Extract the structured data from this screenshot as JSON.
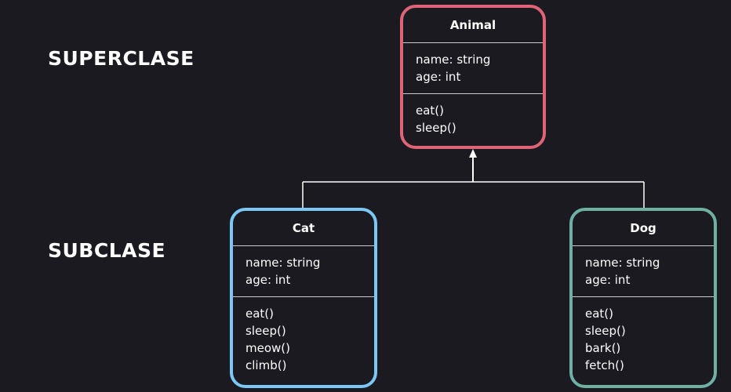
{
  "labels": {
    "superclass": "SUPERCLASE",
    "subclass": "SUBCLASE"
  },
  "colors": {
    "background": "#1b1a21",
    "animal_border": "#e06478",
    "cat_border": "#7cc8f4",
    "dog_border": "#6fb0a4",
    "connector": "#ffffff"
  },
  "classes": {
    "animal": {
      "name": "Animal",
      "attributes": [
        "name: string",
        "age: int"
      ],
      "methods": [
        "eat()",
        "sleep()"
      ]
    },
    "cat": {
      "name": "Cat",
      "attributes": [
        "name: string",
        "age: int"
      ],
      "methods": [
        "eat()",
        "sleep()",
        "meow()",
        "climb()"
      ]
    },
    "dog": {
      "name": "Dog",
      "attributes": [
        "name: string",
        "age: int"
      ],
      "methods": [
        "eat()",
        "sleep()",
        "bark()",
        "fetch()"
      ]
    }
  }
}
